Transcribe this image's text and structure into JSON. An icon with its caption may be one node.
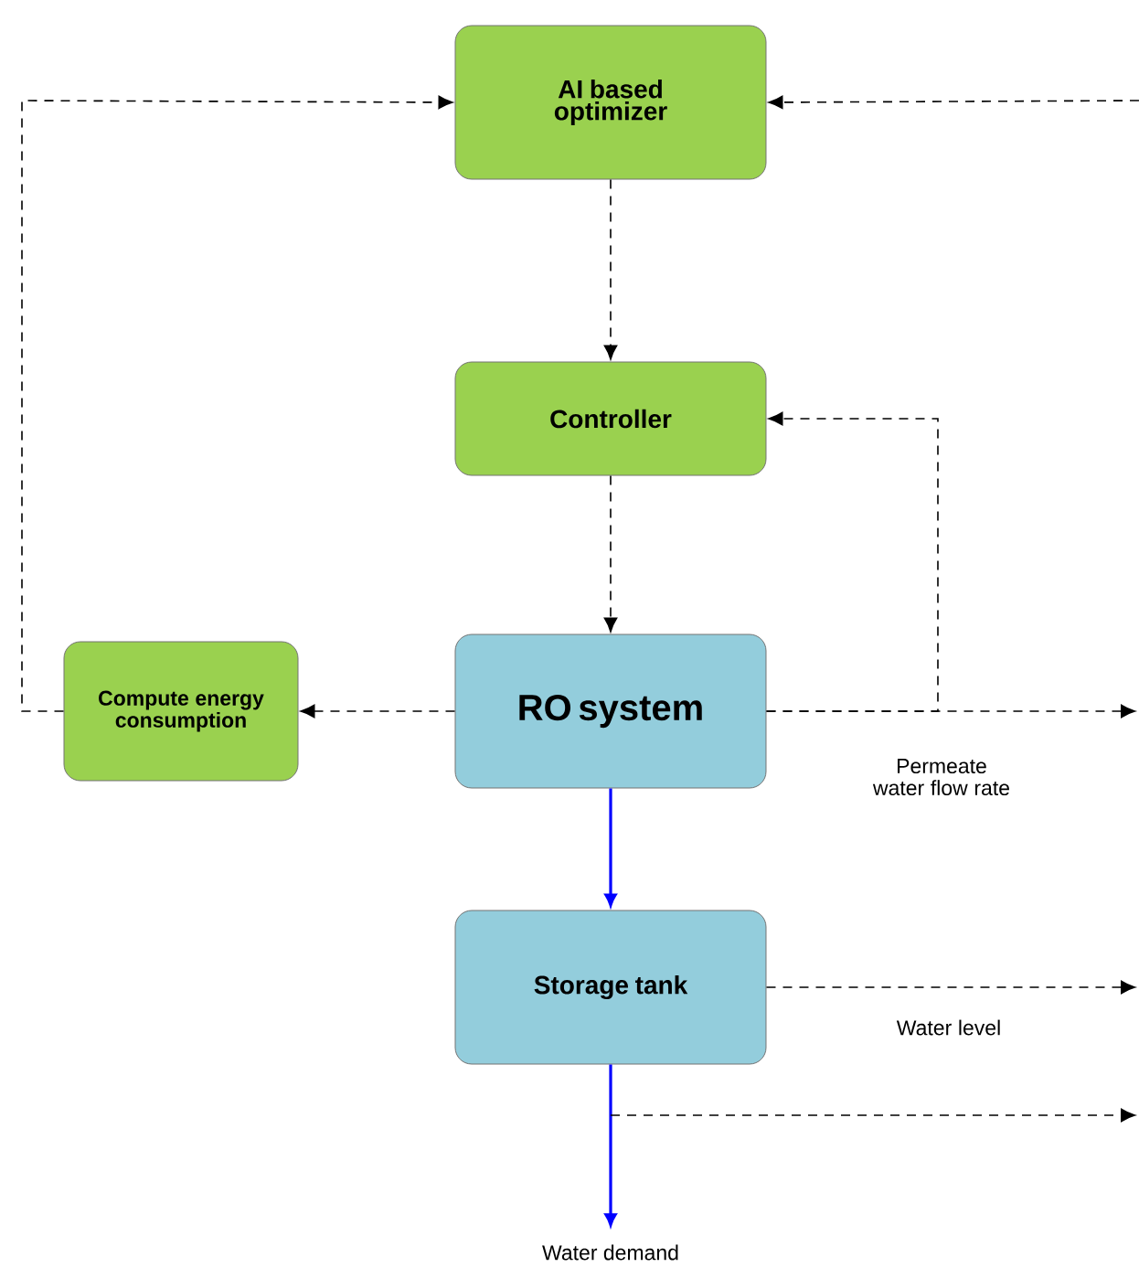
{
  "diagram": {
    "nodes": [
      {
        "text": [
          "AI based optimizer"
        ]
      },
      {
        "text": [
          "Controller"
        ]
      },
      {
        "text": [
          "Compute energy consumption"
        ]
      },
      {
        "text": [
          "RO system"
        ]
      },
      {
        "text": [
          "Storage tank"
        ]
      },
      {
        "text": [
          "Water demand"
        ]
      }
    ],
    "edges": [
      {
        "from": 0,
        "to": 1,
        "arrow": "to",
        "style": "dashed"
      },
      {
        "from": 1,
        "to": 3,
        "arrow": "to",
        "style": "dashed"
      },
      {
        "from": 3,
        "to": 2,
        "arrow": "to",
        "style": "dashed"
      },
      {
        "from": 2,
        "to": 0,
        "arrow": "to",
        "style": "dashed"
      },
      {
        "from": 3,
        "to": 1,
        "arrow": "to",
        "style": "dashed"
      },
      {
        "from": 3,
        "to": null,
        "arrow": "to",
        "style": "dashed",
        "label": "Permeate water flow rate"
      },
      {
        "from": null,
        "to": 0,
        "arrow": "to",
        "style": "dashed"
      },
      {
        "from": 3,
        "to": 4,
        "arrow": "to",
        "color": "#0000ff"
      },
      {
        "from": 4,
        "to": null,
        "arrow": "to",
        "style": "dashed",
        "label": "Water level"
      },
      {
        "from": 4,
        "to": 5,
        "arrow": "to",
        "color": "#0000ff"
      },
      {
        "from": 4,
        "to": null,
        "arrow": "to",
        "style": "dashed"
      }
    ]
  }
}
